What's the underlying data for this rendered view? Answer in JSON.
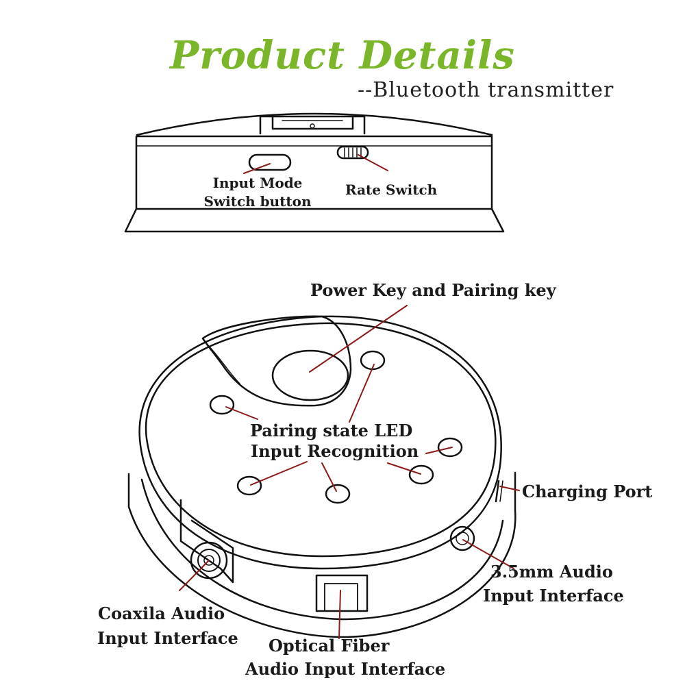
{
  "header": {
    "title": "Product Details",
    "subtitle": "--Bluetooth transmitter"
  },
  "side_view": {
    "labels": {
      "input_mode_line1": "Input Mode",
      "input_mode_line2": "Switch button",
      "rate_switch": "Rate Switch"
    }
  },
  "top_view": {
    "labels": {
      "power_key": "Power Key and Pairing key",
      "led_line1": "Pairing state LED",
      "led_line2": "Input Recognition",
      "charging_port": "Charging Port",
      "aux_line1": "3.5mm Audio",
      "aux_line2": "Input Interface",
      "coax_line1": "Coaxila Audio",
      "coax_line2": "Input Interface",
      "optical_line1": "Optical  Fiber",
      "optical_line2": "Audio Input Interface"
    }
  },
  "colors": {
    "title": "#7ab52a",
    "outline": "#111111",
    "leader": "#8b1a1a"
  }
}
